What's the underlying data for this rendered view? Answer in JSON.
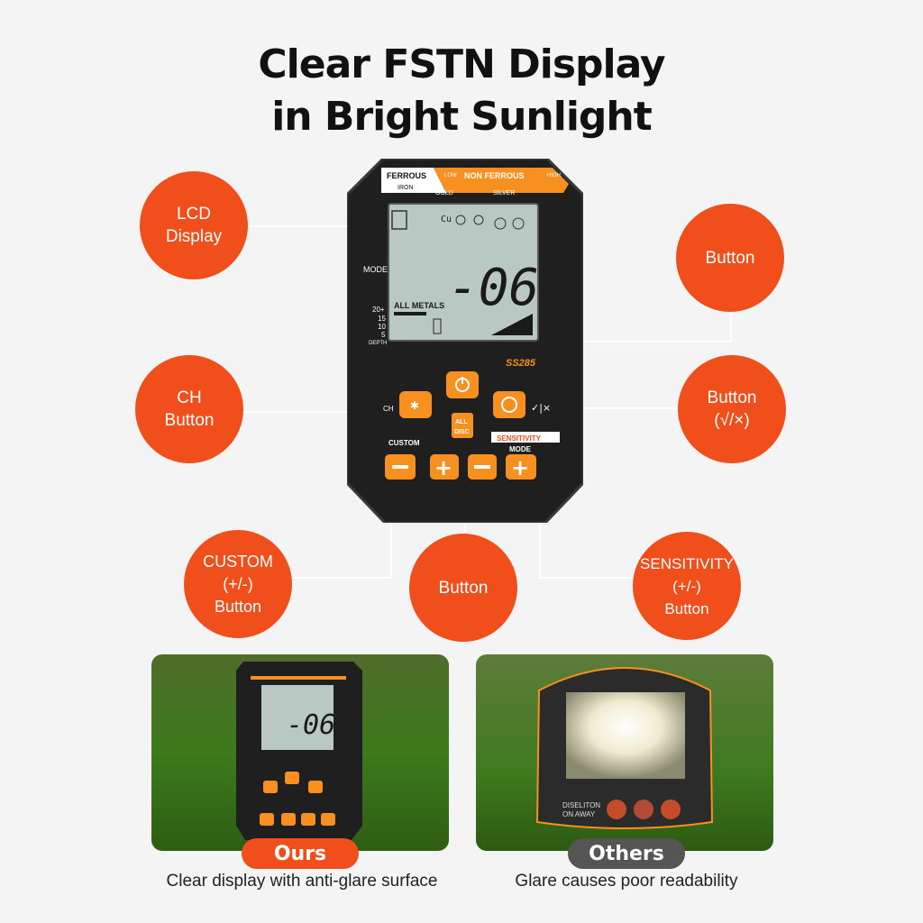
{
  "headline": {
    "line1": "Clear FSTN Display",
    "line2": "in Bright Sunlight"
  },
  "colors": {
    "accent": "#f04e1b",
    "device_orange": "#f7901e",
    "lcd": "#b9c8c2",
    "device_body": "#1f1f1f"
  },
  "callouts": {
    "lcd_display": {
      "line1": "LCD",
      "line2": "Display"
    },
    "button_top": {
      "line1": "Button"
    },
    "ch_button": {
      "line1": "CH",
      "line2": "Button"
    },
    "button_check": {
      "line1": "Button",
      "line2": "(√/×)"
    },
    "custom_button": {
      "line1": "CUSTOM",
      "line2": "(+/-)",
      "line3": "Button"
    },
    "button_center": {
      "line1": "Button"
    },
    "sensitivity_button": {
      "line1": "SENSITIVITY",
      "line2": "(+/-)",
      "line3": "Button"
    }
  },
  "device": {
    "ferrous": "FERROUS",
    "iron": "IRON",
    "low": "LOW",
    "non_ferrous": "NON FERROUS",
    "high": "HIGH",
    "gold": "GOLD",
    "silver": "SILVER",
    "mode": "MODE",
    "depth_values": [
      "20+",
      "15",
      "10",
      "5"
    ],
    "depth": "DEPTH",
    "cu": "Cu",
    "readout": "-06",
    "all_metals": "ALL METALS",
    "model": "SS285",
    "ch": "CH",
    "all": "ALL",
    "disc": "DISC",
    "custom": "CUSTOM",
    "sensitivity": "SENSITIVITY",
    "mode_bottom": "MODE"
  },
  "comparison": {
    "ours_tag": "Ours",
    "ours_caption": "Clear display with anti-glare surface",
    "others_tag": "Others",
    "others_caption": "Glare causes poor readability",
    "others_device_text1": "DISELITON",
    "others_device_text2": "ON AWAY"
  }
}
